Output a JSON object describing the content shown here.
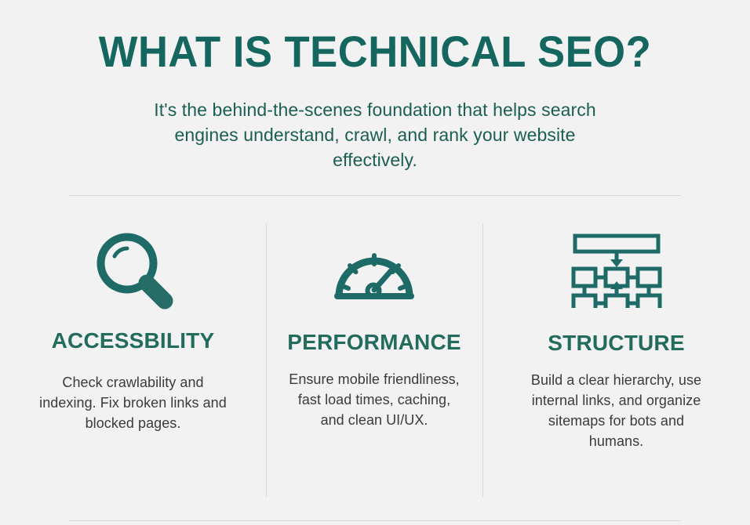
{
  "header": {
    "title": "WHAT IS TECHNICAL SEO?",
    "subtitle": "It's the behind-the-scenes foundation that helps search engines understand, crawl, and rank your website effectively."
  },
  "colors": {
    "background": "#f1f2f1",
    "title_teal": "#166660",
    "subtitle_teal": "#1c5f52",
    "heading_teal": "#236b5c",
    "icon_teal": "#1d6a66",
    "body_gray": "#3b3b3b",
    "divider_gray": "#d8d9d8"
  },
  "columns": [
    {
      "icon": "magnifying-glass-icon",
      "heading": "ACCESSBILITY",
      "body": "Check crawlability and indexing. Fix broken links and blocked pages."
    },
    {
      "icon": "speedometer-gauge-icon",
      "heading": "PERFORMANCE",
      "body": "Ensure mobile friendliness, fast load times, caching, and clean UI/UX."
    },
    {
      "icon": "sitemap-hierarchy-icon",
      "heading": "STRUCTURE",
      "body": "Build a clear hierarchy, use internal links, and organize sitemaps for bots and humans."
    }
  ]
}
